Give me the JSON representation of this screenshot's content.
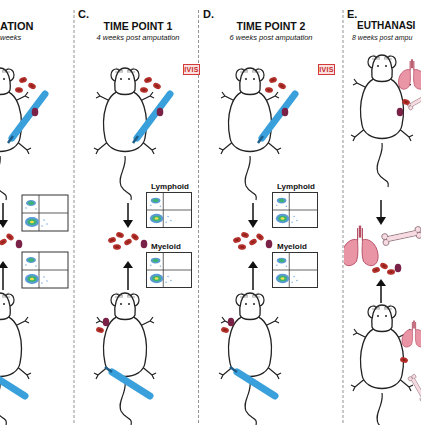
{
  "diagram": {
    "nodes": [
      {
        "text": [
          "IVIS"
        ]
      },
      {
        "text": [
          "Lymphoid"
        ]
      },
      {
        "text": [
          "Myeloid"
        ]
      },
      {
        "text": [
          "IVIS"
        ]
      },
      {
        "text": [
          "Lymphoid"
        ]
      },
      {
        "text": [
          "Myeloid"
        ]
      }
    ],
    "edges": [],
    "labels": [
      "ATION",
      "weeks",
      "C.",
      "TIME POINT 1",
      "4 weeks post amputation",
      "D.",
      "TIME POINT 2",
      "6 weeks post amputation",
      "E.",
      "EUTHANASI",
      "8 weeks post ampu"
    ]
  }
}
